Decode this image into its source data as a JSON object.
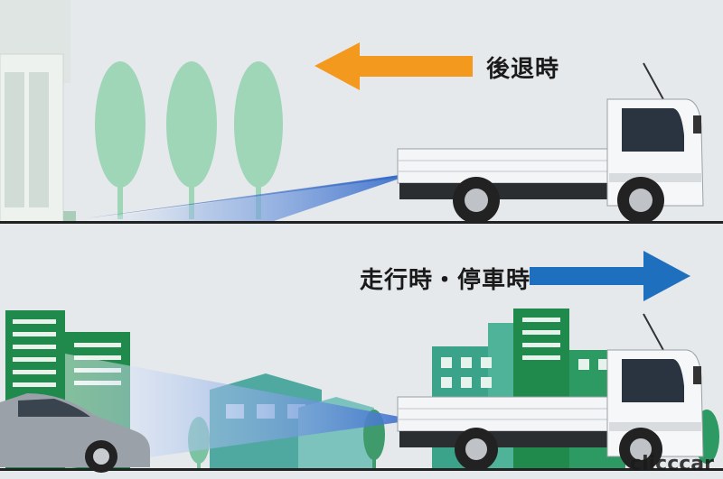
{
  "panels": {
    "top": {
      "label": "後退時"
    },
    "bottom": {
      "label": "走行時・停車時"
    }
  },
  "watermark": "clicccar",
  "colors": {
    "background": "#e6e9ec",
    "reverse_arrow": "#f39a1e",
    "forward_arrow": "#1f6fbf",
    "tree": "#9fd6b8",
    "building_dark": "#1f8a4c",
    "building_teal": "#3aa38a",
    "camera_beam": "#4a7fd1"
  },
  "icons": [
    "truck-icon",
    "car-icon",
    "tree-icon",
    "building-icon",
    "arrow-left-icon",
    "arrow-right-icon"
  ]
}
